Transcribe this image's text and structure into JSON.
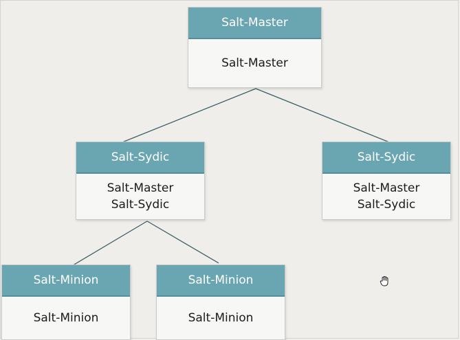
{
  "diagram": {
    "root": {
      "title": "Salt-Master",
      "lines": [
        "Salt-Master"
      ]
    },
    "syndic_left": {
      "title": "Salt-Sydic",
      "lines": [
        "Salt-Master",
        "Salt-Sydic"
      ]
    },
    "syndic_right": {
      "title": "Salt-Sydic",
      "lines": [
        "Salt-Master",
        "Salt-Sydic"
      ]
    },
    "minion_left": {
      "title": "Salt-Minion",
      "lines": [
        "Salt-Minion"
      ]
    },
    "minion_right": {
      "title": "Salt-Minion",
      "lines": [
        "Salt-Minion"
      ]
    }
  },
  "colors": {
    "header": "#6aa6b1",
    "connector": "#3f5f66",
    "background": "#efeeea"
  },
  "icons": {
    "cursor": "hand-cursor-icon"
  }
}
